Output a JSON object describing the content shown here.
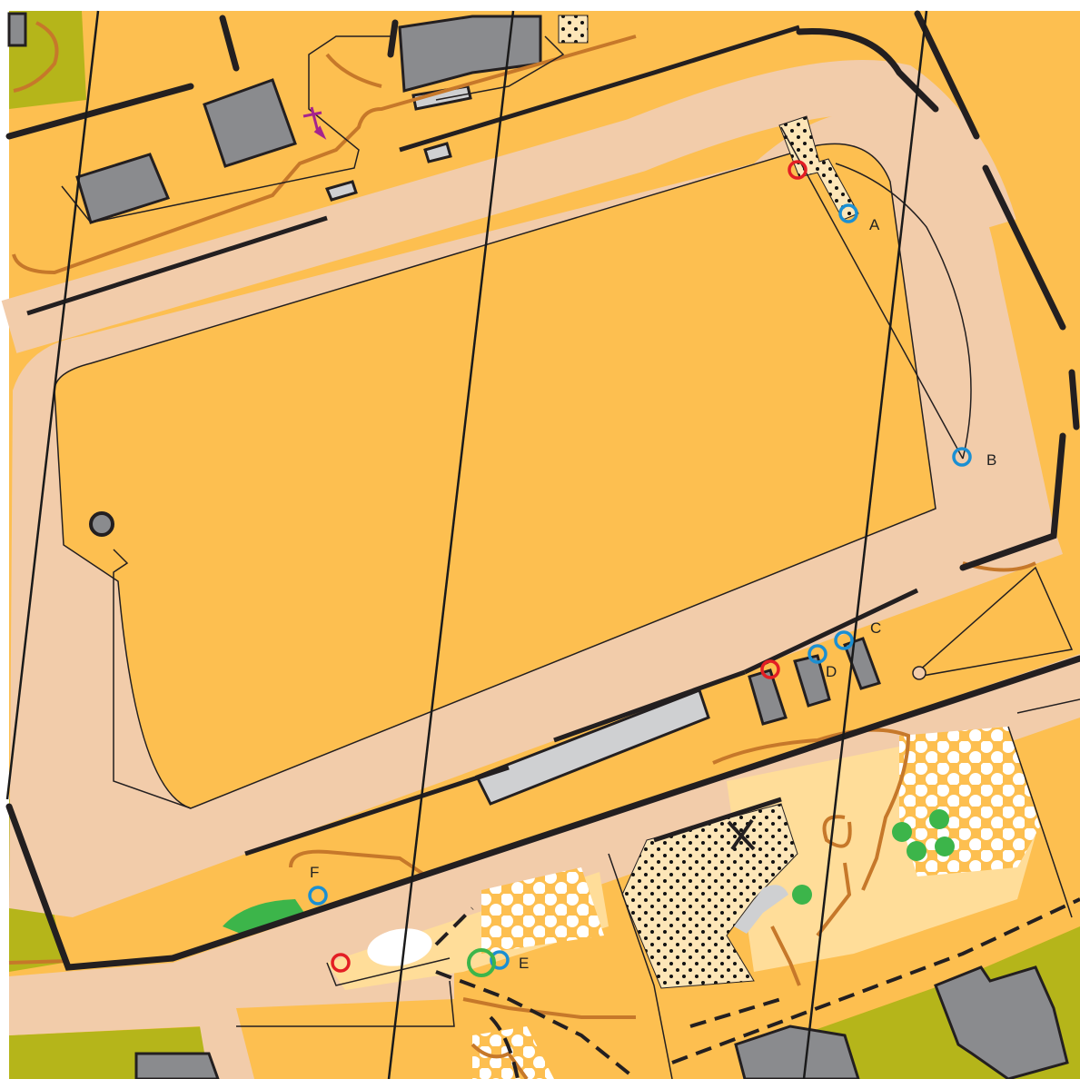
{
  "map": {
    "colors": {
      "field": "#fdbf50",
      "paved": "#f2ccaa",
      "vegetation": "#b5b51a",
      "building": "#8a8b8e",
      "canopy": "#cfd0d2",
      "outline": "#231f20",
      "contour": "#c6782a",
      "rough_open": "#ffdd99",
      "green_feature": "#3cb54a",
      "control_red": "#e31e24",
      "control_blue": "#1b8fd2",
      "course_marker": "#a6238e",
      "north_line": "#1a1a1a",
      "water_white": "#ffffff"
    },
    "labels": {
      "a": "A",
      "b": "B",
      "c": "C",
      "d": "D",
      "e": "E",
      "f": "F"
    },
    "symbols": {
      "north_lines": "magnetic-north-lines",
      "start_marker": "start-cross-icon",
      "controls_red": "red-control-circle",
      "controls_blue": "blue-control-circle"
    }
  }
}
